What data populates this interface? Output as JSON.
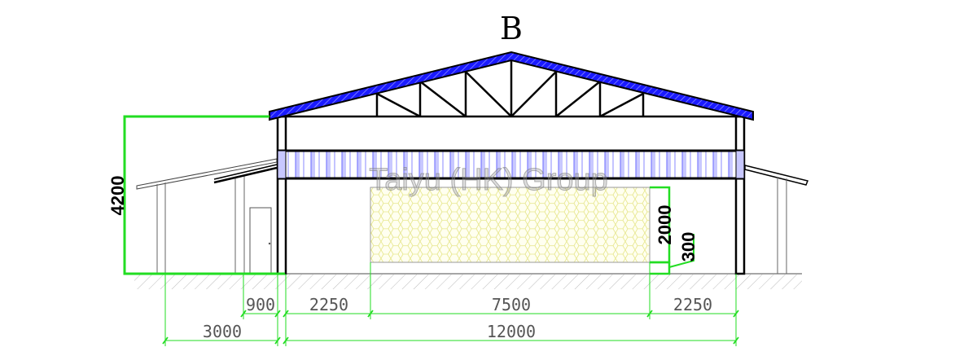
{
  "drawing": {
    "title": "B",
    "watermark": "Taiyu (HK) Group",
    "colors": {
      "roof": "#1a1aff",
      "dimension": "#22dd22",
      "structure": "#000000",
      "louver": "#c8c8ff",
      "pad": "#ffffe0",
      "pad_hex": "#e6e68a"
    },
    "dimensions": {
      "total_height": "4200",
      "pad_height": "2000",
      "pad_base": "300",
      "side_room_door": "900",
      "left_gap": "2250",
      "pad_width": "7500",
      "right_gap": "2250",
      "side_room_width": "3000",
      "main_span": "12000"
    }
  }
}
